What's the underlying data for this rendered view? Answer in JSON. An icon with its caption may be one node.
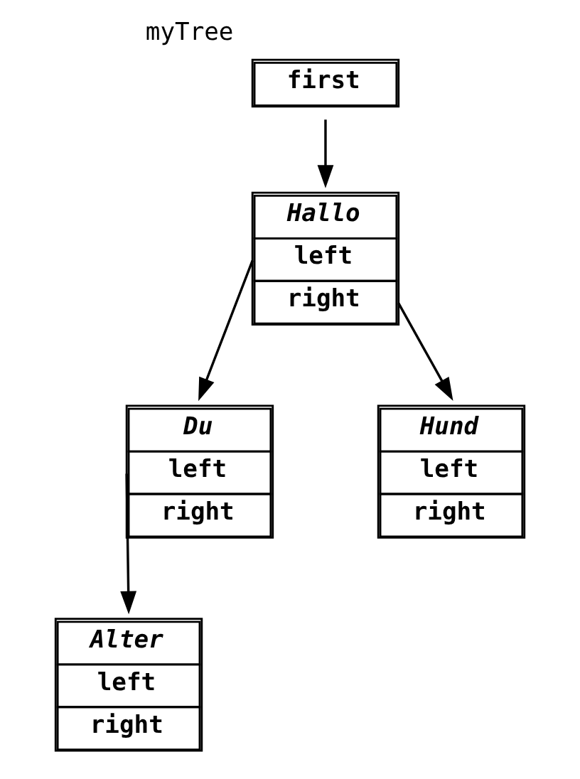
{
  "diagram": {
    "nodes": [
      {
        "text": [
          "first"
        ],
        "beside": [
          "myTree"
        ]
      },
      {
        "text": [
          "Hallo",
          "left",
          "right"
        ]
      },
      {
        "text": [
          "Du",
          "left",
          "right"
        ]
      },
      {
        "text": [
          "Hund",
          "left",
          "right"
        ]
      },
      {
        "text": [
          "Alter",
          "left",
          "right"
        ]
      }
    ],
    "edges": [
      {
        "from": 0,
        "to": 1,
        "arrow": "to"
      },
      {
        "from": 1,
        "to": 2,
        "arrow": "to"
      },
      {
        "from": 1,
        "to": 3,
        "arrow": "to"
      },
      {
        "from": 2,
        "to": 4,
        "arrow": "to"
      }
    ]
  }
}
